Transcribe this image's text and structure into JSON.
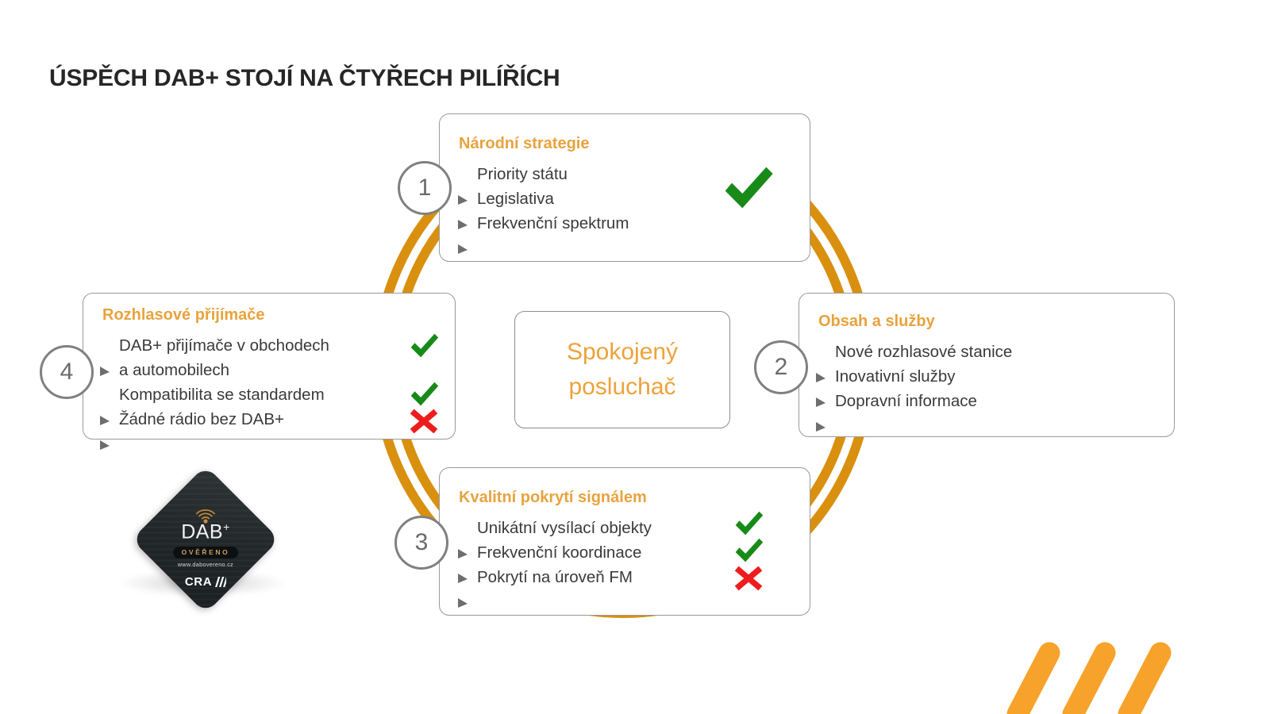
{
  "slide": {
    "title": "ÚSPĚCH DAB+ STOJÍ NA ČTYŘECH PILÍŘÍCH",
    "background": "#ffffff"
  },
  "colors": {
    "heading_orange": "#E8A33D",
    "arc_orange": "#D9900F",
    "stripe_orange": "#F7A22A",
    "text_gray": "#3a3a3a",
    "border_gray": "#9a9a9a",
    "number_gray": "#6a6a6a",
    "check_green": "#188A18",
    "cross_red": "#EE1C1C",
    "badge_dark": "#23282a",
    "badge_gold": "#C9A063"
  },
  "center": {
    "text": "Spokojený\nposluchač"
  },
  "pillars": [
    {
      "number": "1",
      "heading": "Národní strategie",
      "items": [
        {
          "text": "Priority státu",
          "mark": ""
        },
        {
          "text": "Legislativa",
          "mark": ""
        },
        {
          "text": "Frekvenční spektrum",
          "mark": ""
        }
      ],
      "marks": [
        "check"
      ]
    },
    {
      "number": "2",
      "heading": "Obsah a služby",
      "items": [
        {
          "text": "Nové rozhlasové stanice",
          "mark": ""
        },
        {
          "text": "Inovativní služby",
          "mark": ""
        },
        {
          "text": "Dopravní informace",
          "mark": ""
        }
      ],
      "marks": []
    },
    {
      "number": "3",
      "heading": "Kvalitní pokrytí signálem",
      "items": [
        {
          "text": "Unikátní vysílací objekty",
          "mark": "check"
        },
        {
          "text": "Frekvenční koordinace",
          "mark": "check"
        },
        {
          "text": "Pokrytí na úroveň FM",
          "mark": "cross"
        }
      ],
      "marks": [
        "check",
        "check",
        "cross"
      ]
    },
    {
      "number": "4",
      "heading": "Rozhlasové přijímače",
      "items": [
        {
          "text": "DAB+ přijímače v obchodech\na automobilech",
          "mark": "check"
        },
        {
          "text": "Kompatibilita se standardem",
          "mark": "check"
        },
        {
          "text": "Žádné rádio bez DAB+",
          "mark": "cross"
        }
      ],
      "marks": [
        "check",
        "check",
        "cross"
      ]
    }
  ],
  "badge": {
    "title": "DAB",
    "plus": "+",
    "verified": "OVĚŘENO",
    "url": "www.dabovereno.cz",
    "brand": "CRA"
  },
  "icons": {
    "bullet": "triangle-bullet-icon",
    "check": "check-icon",
    "cross": "cross-icon",
    "antenna": "radio-waves-icon"
  }
}
